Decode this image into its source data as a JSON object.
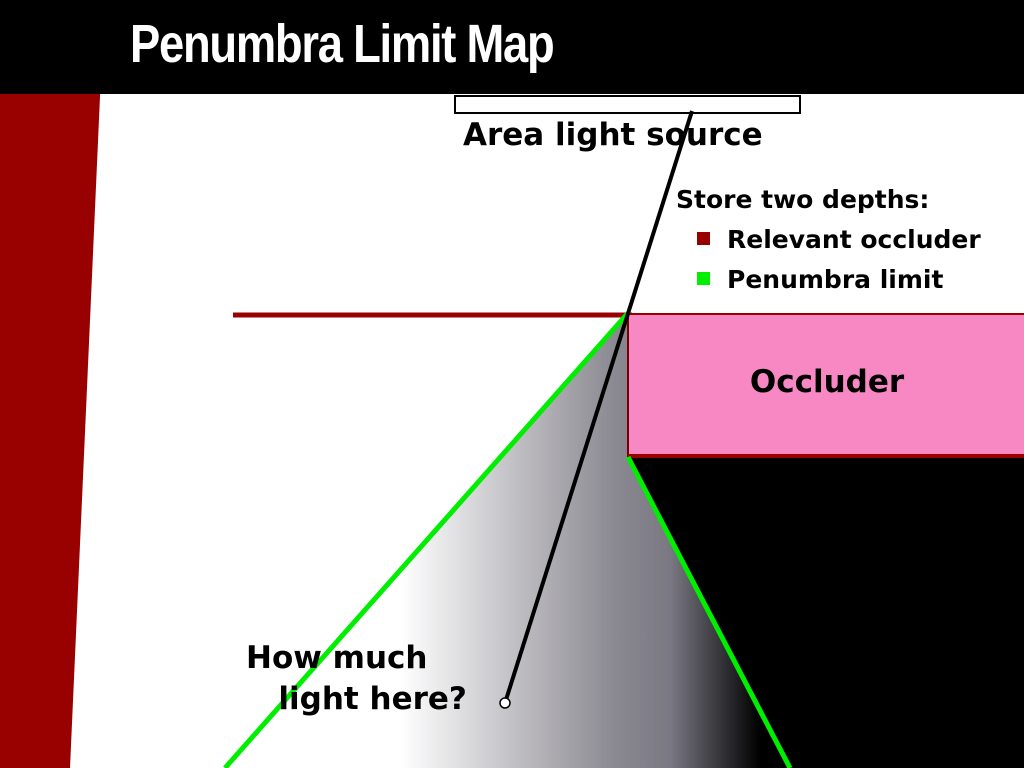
{
  "slide": {
    "title": "Penumbra Limit Map"
  },
  "diagram": {
    "light_source_label": "Area light source",
    "legend_heading": "Store two depths:",
    "legend": [
      {
        "label": "Relevant occluder",
        "color": "#990000"
      },
      {
        "label": "Penumbra limit",
        "color": "#00ee00"
      }
    ],
    "occluder_label": "Occluder",
    "question": "How much\n   light here?"
  },
  "colors": {
    "title_bar": "#000000",
    "title_text": "#ffffff",
    "accent_bar": "#990000",
    "occluder_fill": "#f788c4",
    "occluder_edge": "#990000",
    "penumbra_limit": "#00ee00",
    "umbra": "#000000",
    "penumbra_gradient_light": "#ffffff",
    "penumbra_gradient_dark": "#7a7882"
  }
}
